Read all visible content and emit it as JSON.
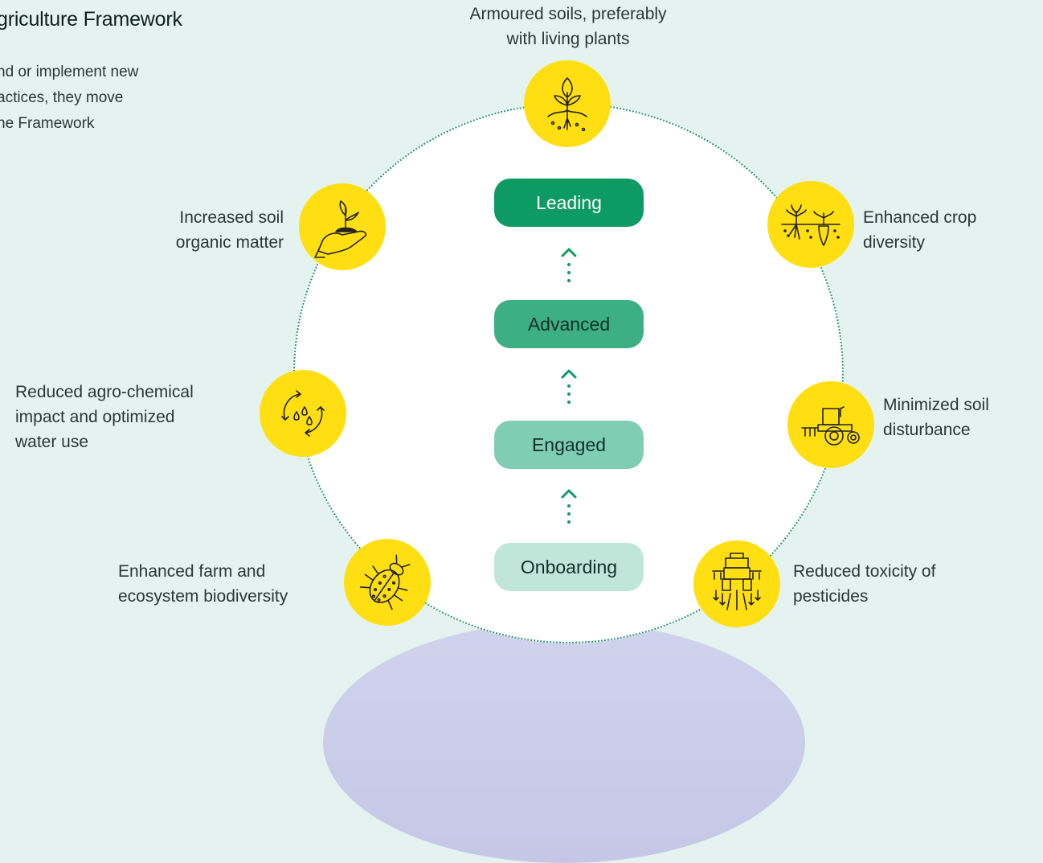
{
  "header": {
    "title": "griculture Framework",
    "intro_lines": [
      "nd or implement new",
      "actices, they move",
      "he Framework"
    ]
  },
  "stages": {
    "leading": "Leading",
    "advanced": "Advanced",
    "engaged": "Engaged",
    "onboarding": "Onboarding"
  },
  "practices": {
    "armoured": [
      "Armoured soils, preferably",
      "with living plants"
    ],
    "crop": [
      "Enhanced crop",
      "diversity"
    ],
    "soil_dist": [
      "Minimized soil",
      "disturbance"
    ],
    "toxicity": [
      "Reduced toxicity of",
      "pesticides"
    ],
    "biodiversity": [
      "Enhanced farm and",
      "ecosystem biodiversity"
    ],
    "agrochem": [
      "Reduced agro-chemical",
      "impact and optimized",
      "water use"
    ],
    "organic": [
      "Increased soil",
      "organic matter"
    ]
  },
  "icons": {
    "armoured": "sprout-in-soil-icon",
    "crop": "root-crops-icon",
    "soil_dist": "tractor-tiller-icon",
    "toxicity": "pesticide-sprayer-icon",
    "biodiversity": "beetle-icon",
    "agrochem": "water-drops-cycle-icon",
    "organic": "hand-holding-seedling-icon"
  },
  "colors": {
    "background": "#e4f3ef",
    "ring_dots": "#2a9a6e",
    "icon_fill": "#ffdf12",
    "leading": "#0d9b63",
    "advanced": "#3daf85",
    "engaged": "#7fcdb3",
    "onboarding": "#bfe6d8"
  }
}
